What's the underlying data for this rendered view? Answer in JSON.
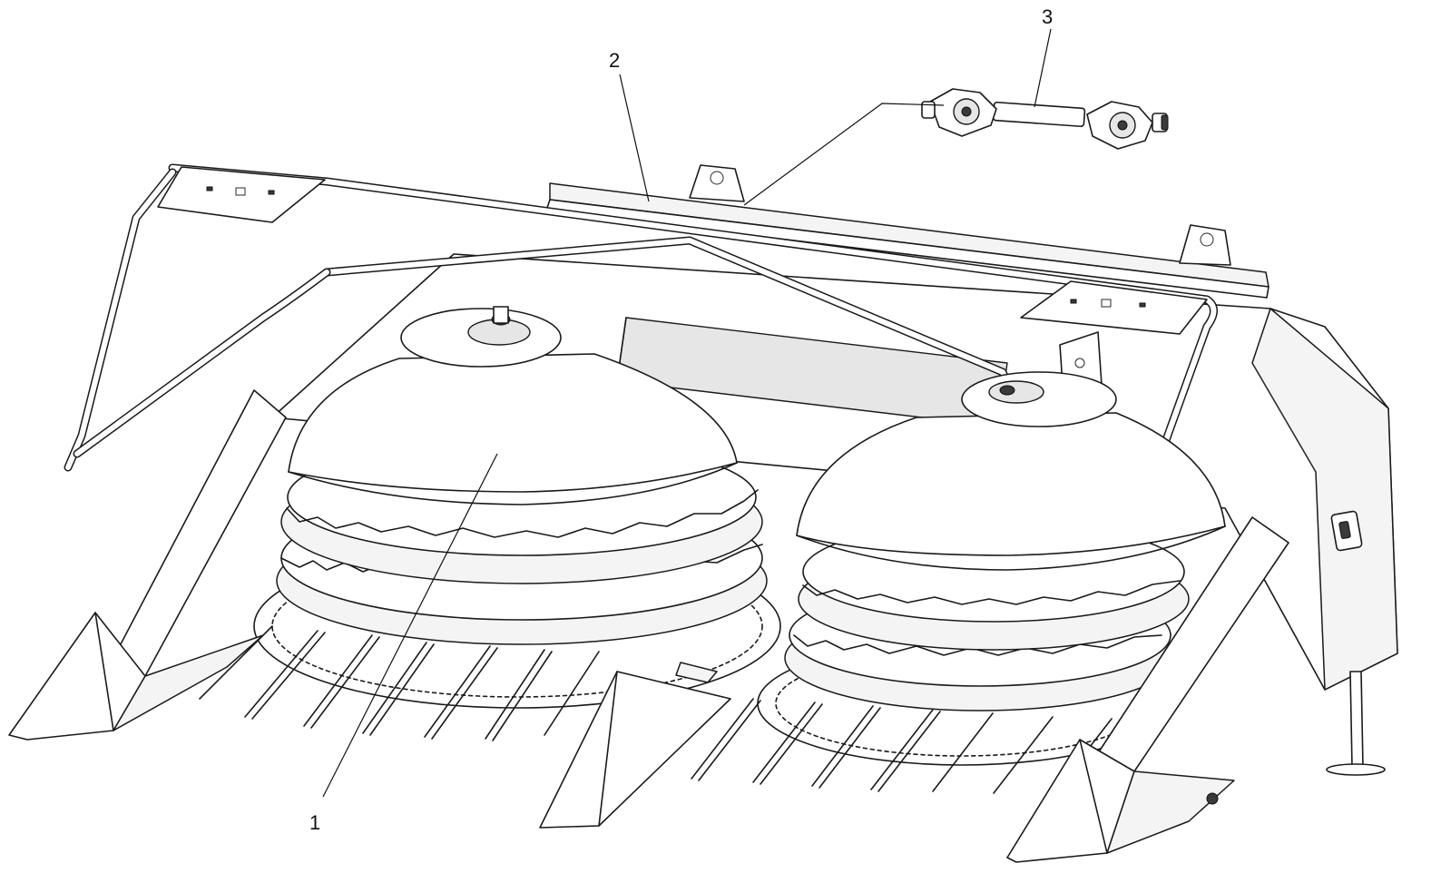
{
  "callouts": [
    {
      "id": "1",
      "label": "1"
    },
    {
      "id": "2",
      "label": "2"
    },
    {
      "id": "3",
      "label": "3"
    }
  ],
  "colors": {
    "line": "#1a1a1a",
    "background": "#ffffff",
    "panel": "#f4f4f4"
  }
}
